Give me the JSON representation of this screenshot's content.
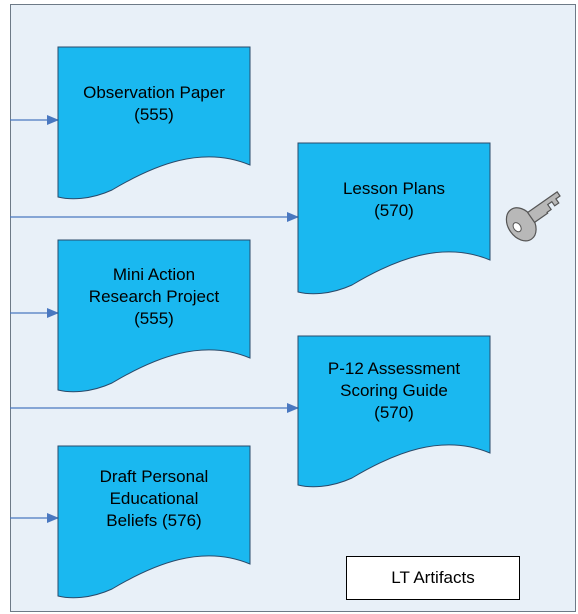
{
  "diagram": {
    "documents": [
      {
        "id": "observation-paper",
        "text": "Observation Paper\n(555)"
      },
      {
        "id": "lesson-plans",
        "text": "Lesson Plans\n(570)"
      },
      {
        "id": "mini-action-research",
        "text": "Mini Action\nResearch Project\n(555)"
      },
      {
        "id": "p12-assessment",
        "text": "P-12 Assessment\nScoring Guide\n(570)"
      },
      {
        "id": "draft-personal-beliefs",
        "text": "Draft Personal\nEducational\nBeliefs (576)"
      }
    ],
    "legend_label": "LT Artifacts",
    "key_icon": "key-icon",
    "colors": {
      "document_fill": "#1ab8f0",
      "panel_fill": "#e8f0f8",
      "arrow": "#4a78c0",
      "border": "#6d7a87"
    }
  }
}
